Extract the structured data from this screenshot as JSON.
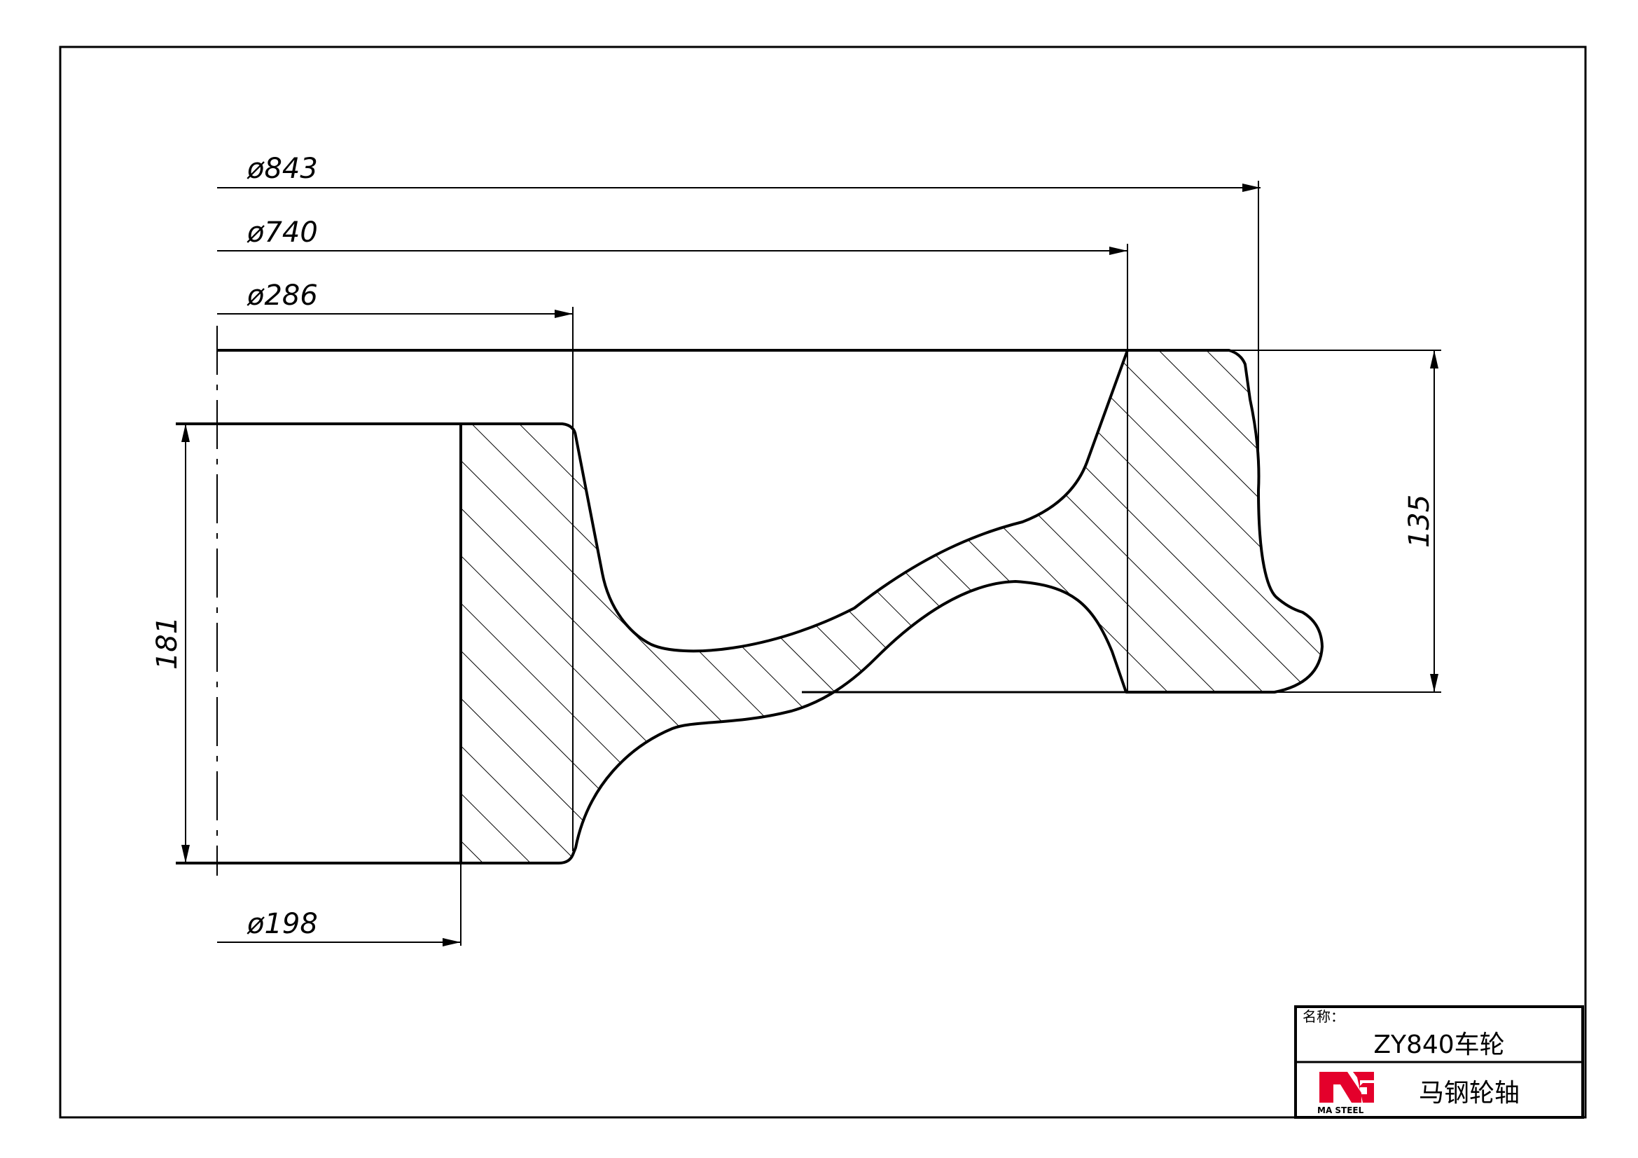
{
  "dimensions": {
    "d843": "ø843",
    "d740": "ø740",
    "d286": "ø286",
    "d198": "ø198",
    "h181": "181",
    "h135": "135"
  },
  "title_block": {
    "name_label": "名称：",
    "part_name": "ZY840车轮",
    "company": "马钢轮轴",
    "logo_text": "MA STEEL"
  },
  "colors": {
    "line": "#000000",
    "logo_red": "#e4002b"
  }
}
